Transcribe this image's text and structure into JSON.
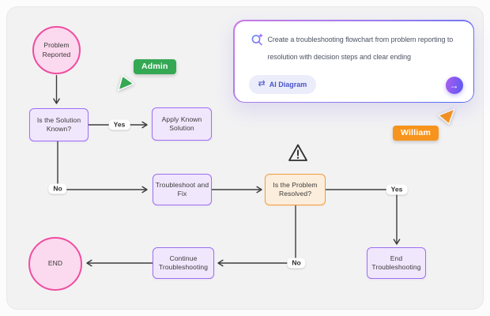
{
  "prompt_card": {
    "icon": "ai-search-icon",
    "text_lines": [
      "Create a troubleshooting flowchart from problem reporting to",
      "resolution with decision steps and clear ending"
    ],
    "ai_diagram_label": "AI Diagram",
    "swap_icon": "⇄",
    "send_icon": "→",
    "border_gradient": [
      "#ca7be4",
      "#4d68f2"
    ],
    "send_gradient": [
      "#a55cef",
      "#6159f2"
    ]
  },
  "collaborators": [
    {
      "name": "Admin",
      "color": "#34a853"
    },
    {
      "name": "William",
      "color": "#f7941d"
    }
  ],
  "flowchart": {
    "nodes": [
      {
        "id": "problem-reported",
        "label": "Problem Reported",
        "shape": "circle",
        "fill": "#fbd9ee",
        "border": "#ef4d9f"
      },
      {
        "id": "solution-known",
        "label": "Is the Solution Known?",
        "shape": "rect",
        "fill": "#f1e7fd",
        "border": "#9d6ff3"
      },
      {
        "id": "apply-known-solution",
        "label": "Apply Known Solution",
        "shape": "rect",
        "fill": "#f1e7fd",
        "border": "#9d6ff3"
      },
      {
        "id": "troubleshoot-and-fix",
        "label": "Troubleshoot and Fix",
        "shape": "rect",
        "fill": "#f1e7fd",
        "border": "#9d6ff3"
      },
      {
        "id": "problem-resolved",
        "label": "Is the Problem Resolved?",
        "shape": "rect",
        "fill": "#fceedc",
        "border": "#f59b3d"
      },
      {
        "id": "end-troubleshooting",
        "label": "End Troubleshooting",
        "shape": "rect",
        "fill": "#f1e7fd",
        "border": "#9d6ff3"
      },
      {
        "id": "continue-troubleshooting",
        "label": "Continue Troubleshooting",
        "shape": "rect",
        "fill": "#f1e7fd",
        "border": "#9d6ff3"
      },
      {
        "id": "end",
        "label": "END",
        "shape": "circle",
        "fill": "#fbd9ee",
        "border": "#ef4d9f"
      }
    ],
    "edges": [
      {
        "from": "problem-reported",
        "to": "solution-known",
        "label": ""
      },
      {
        "from": "solution-known",
        "to": "apply-known-solution",
        "label": "Yes"
      },
      {
        "from": "solution-known",
        "to": "troubleshoot-and-fix",
        "label": "No"
      },
      {
        "from": "troubleshoot-and-fix",
        "to": "problem-resolved",
        "label": ""
      },
      {
        "from": "problem-resolved",
        "to": "end-troubleshooting",
        "label": "Yes"
      },
      {
        "from": "problem-resolved",
        "to": "continue-troubleshooting",
        "label": "No"
      },
      {
        "from": "continue-troubleshooting",
        "to": "end",
        "label": ""
      }
    ],
    "annotations": [
      {
        "id": "warning",
        "icon": "warning-triangle-icon"
      }
    ],
    "line_color": "#3c3c3c"
  }
}
